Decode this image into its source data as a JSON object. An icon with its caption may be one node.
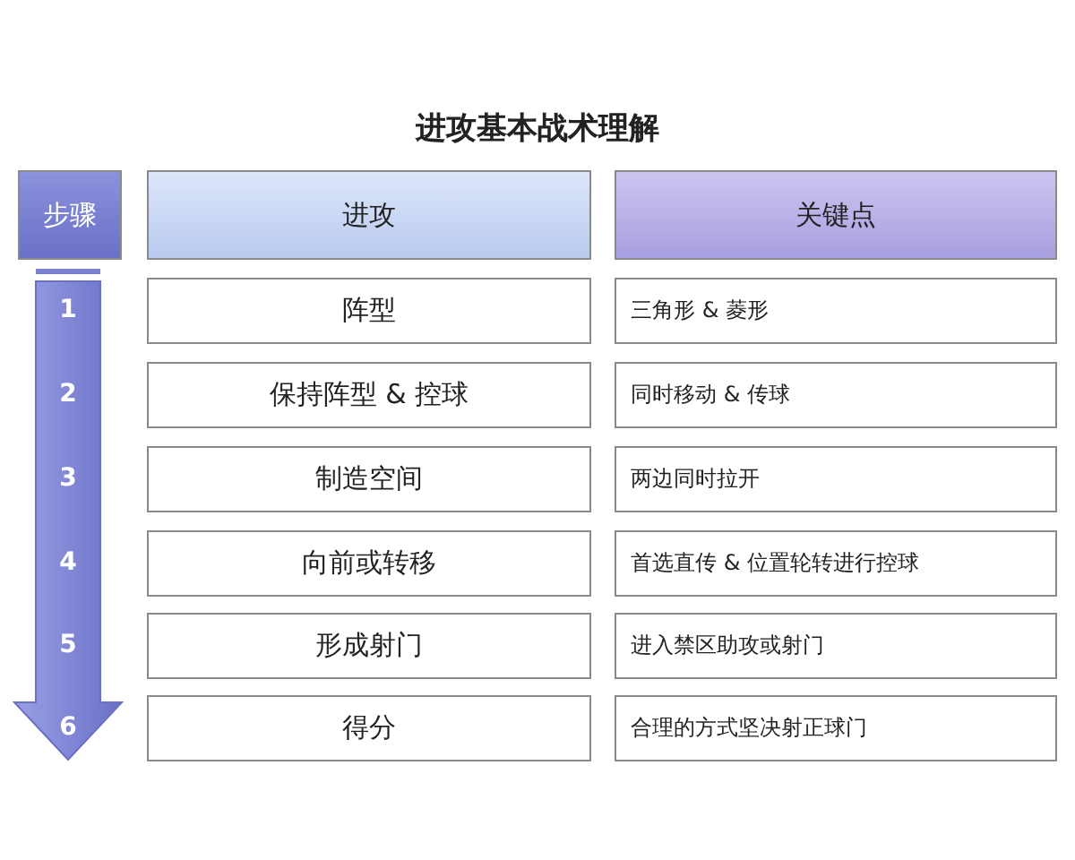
{
  "diagram": {
    "title": "进攻基本战术理解",
    "nodes": [
      {
        "text": [
          "步骤"
        ]
      },
      {
        "text": [
          "进攻"
        ]
      },
      {
        "text": [
          "关键点"
        ]
      },
      {
        "text": [
          "阵型"
        ]
      },
      {
        "text": [
          "三角形 & 菱形"
        ]
      },
      {
        "text": [
          "保持阵型 & 控球"
        ]
      },
      {
        "text": [
          "同时移动 & 传球"
        ]
      },
      {
        "text": [
          "制造空间"
        ]
      },
      {
        "text": [
          "两边同时拉开"
        ]
      },
      {
        "text": [
          "向前或转移"
        ]
      },
      {
        "text": [
          "首选直传 & 位置轮转进行控球"
        ]
      },
      {
        "text": [
          "形成射门"
        ]
      },
      {
        "text": [
          "进入禁区助攻或射门"
        ]
      },
      {
        "text": [
          "得分"
        ]
      },
      {
        "text": [
          "合理的方式坚决射正球门"
        ]
      }
    ],
    "labels": [
      "1",
      "2",
      "3",
      "4",
      "5",
      "6"
    ]
  }
}
